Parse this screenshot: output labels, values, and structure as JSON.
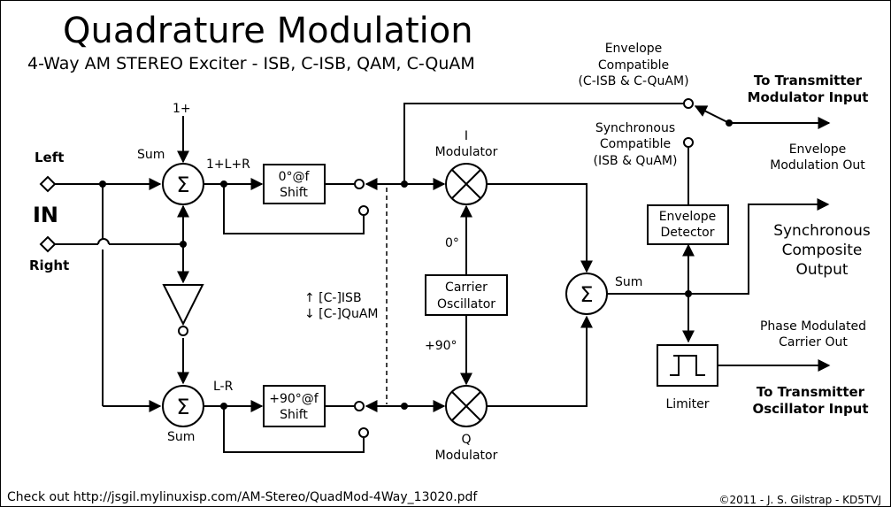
{
  "title": "Quadrature Modulation",
  "subtitle": "4-Way  AM STEREO  Exciter - ISB, C-ISB, QAM, C-QuAM",
  "inputs": {
    "left": "Left",
    "right": "Right",
    "in": "IN"
  },
  "summers": {
    "top_sum_label": "Sum",
    "bottom_sum_label": "Sum",
    "output_sum_label": "Sum",
    "dc_label": "1+",
    "top_out_label": "1+L+R",
    "bottom_out_label": "L-R"
  },
  "blocks": {
    "shift_top": [
      "0°@f",
      "Shift"
    ],
    "shift_bottom": [
      "+90°@f",
      "Shift"
    ],
    "carrier": [
      "Carrier",
      "Oscillator"
    ],
    "envelope_detector": [
      "Envelope",
      "Detector"
    ],
    "limiter": "Limiter"
  },
  "modulators": {
    "i_label": [
      "I",
      "Modulator"
    ],
    "q_label": [
      "Q",
      "Modulator"
    ],
    "phase_0": "0°",
    "phase_90": "+90°"
  },
  "switch_note": [
    "↑ [C-]ISB",
    "↓ [C-]QuAM"
  ],
  "annotations": {
    "envelope_compatible": [
      "Envelope",
      "Compatible",
      "(C-ISB & C-QuAM)"
    ],
    "synchronous_compatible": [
      "Synchronous",
      "Compatible",
      "(ISB & QuAM)"
    ]
  },
  "outputs": {
    "to_tx_modulator": [
      "To Transmitter",
      "Modulator Input"
    ],
    "envelope_mod_out": [
      "Envelope",
      "Modulation Out"
    ],
    "sync_composite": [
      "Synchronous",
      "Composite",
      "Output"
    ],
    "phase_mod_carrier": [
      "Phase Modulated",
      "Carrier Out"
    ],
    "to_tx_oscillator": [
      "To Transmitter",
      "Oscillator Input"
    ]
  },
  "footer": {
    "link_text": "Check out  http://jsgil.mylinuxisp.com/AM-Stereo/QuadMod-4Way_13020.pdf",
    "copyright": "©2011 - J. S. Gilstrap - KD5TVJ"
  },
  "colors": {
    "ink": "#000000",
    "background": "#ffffff"
  }
}
